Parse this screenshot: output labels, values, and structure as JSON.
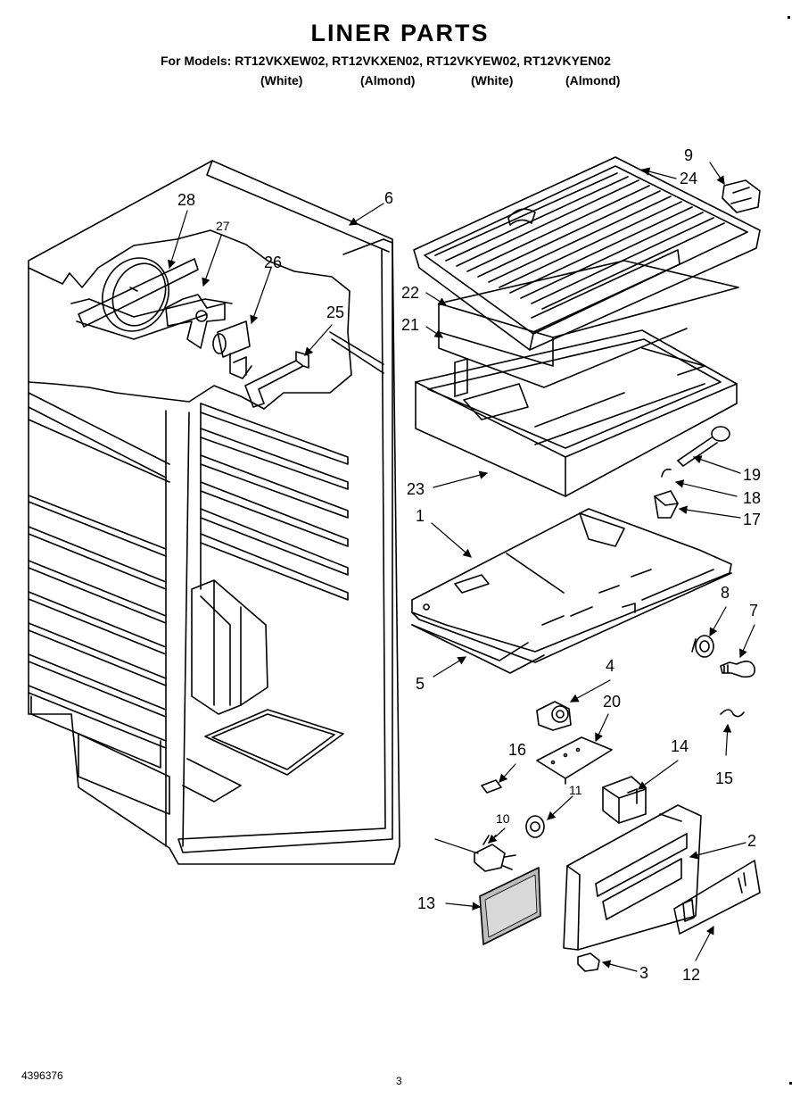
{
  "header": {
    "title": "LINER PARTS",
    "models_line": "For Models: RT12VKXEW02, RT12VKXEN02, RT12VKYEW02, RT12VKYEN02",
    "finishes": [
      "(White)",
      "(Almond)",
      "(White)",
      "(Almond)"
    ]
  },
  "footer": {
    "doc_number": "4396376",
    "page": "3"
  },
  "callouts": [
    "1",
    "2",
    "3",
    "4",
    "5",
    "6",
    "7",
    "8",
    "9",
    "10",
    "11",
    "12",
    "13",
    "14",
    "15",
    "16",
    "17",
    "18",
    "19",
    "20",
    "21",
    "22",
    "23",
    "24",
    "25",
    "26",
    "27",
    "28"
  ]
}
